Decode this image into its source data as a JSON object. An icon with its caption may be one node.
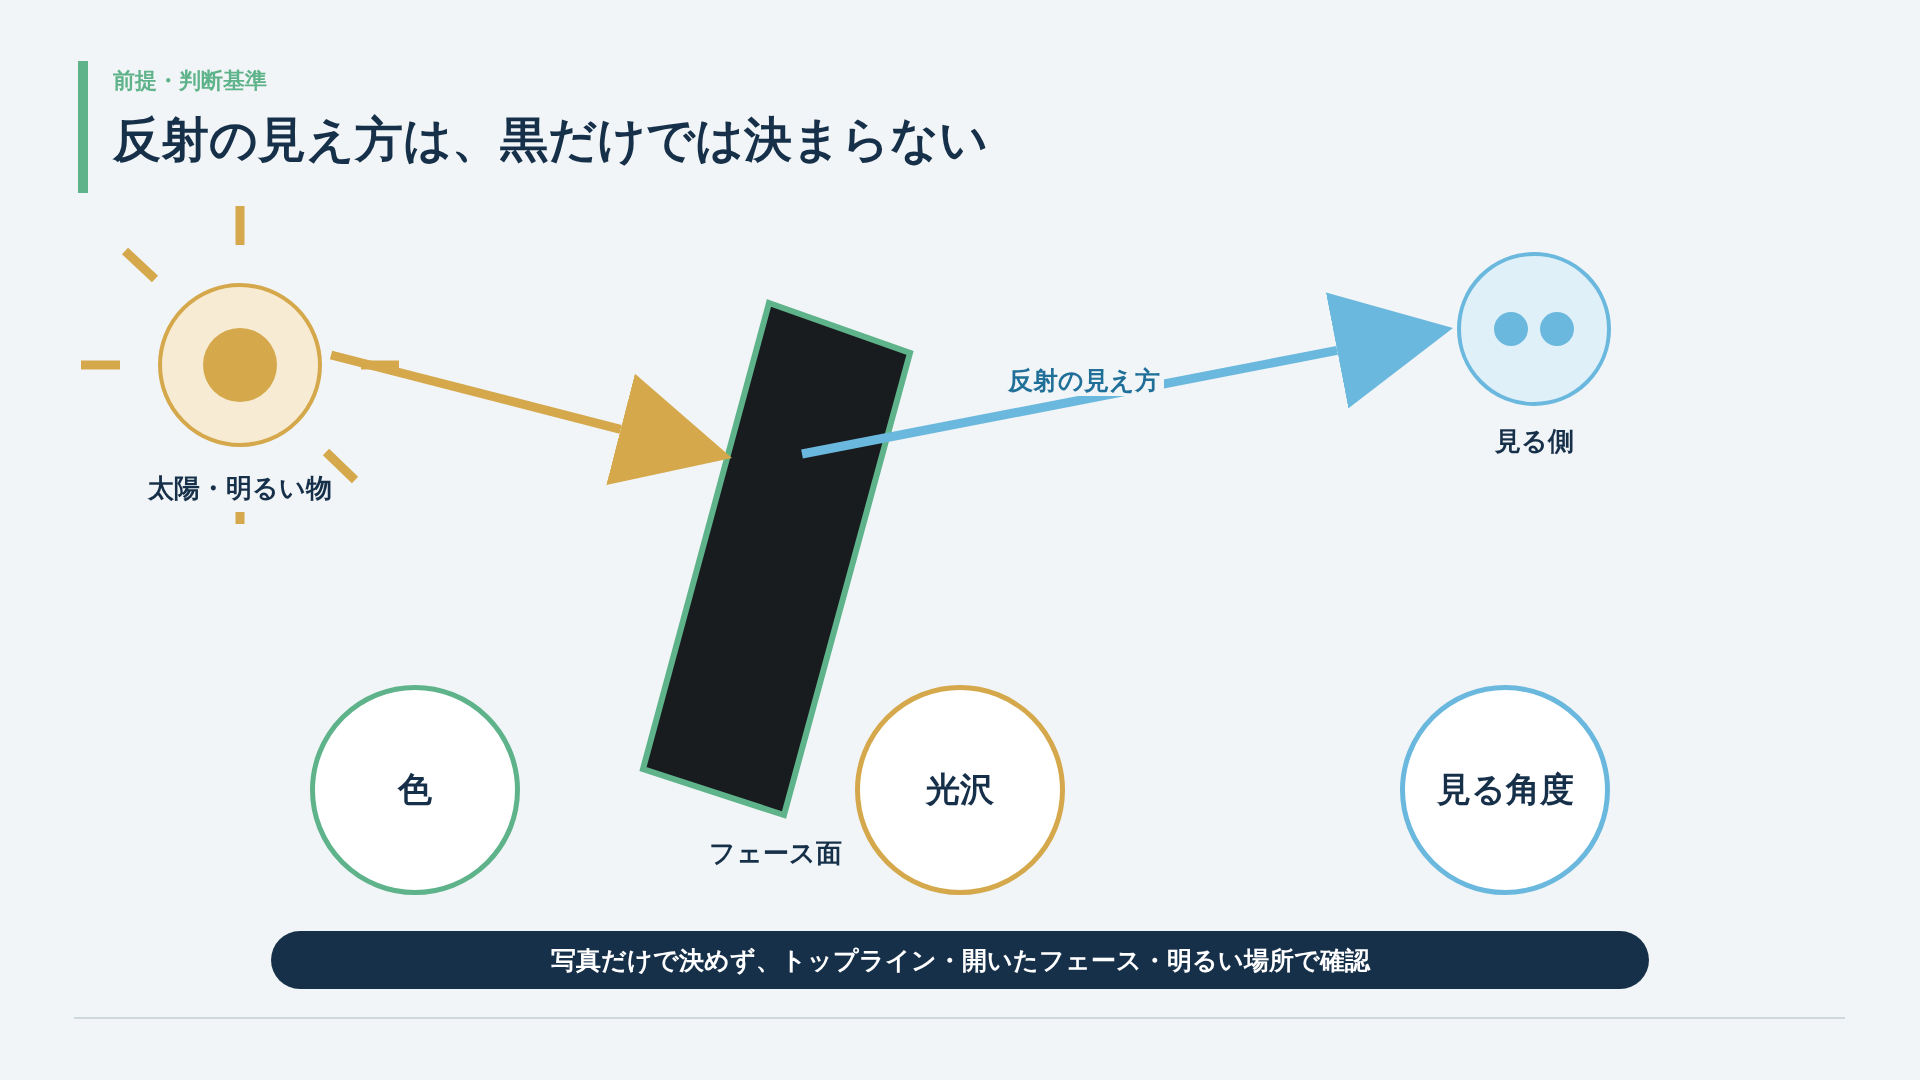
{
  "diagram": {
    "title": "反射の見え方は、黒だけでは決まらない",
    "nodes": [
      {
        "text": [
          "太陽・明るい物"
        ]
      },
      {
        "text": [
          "フェース面"
        ]
      },
      {
        "text": [
          "見る側"
        ]
      },
      {
        "text": [
          "色"
        ]
      },
      {
        "text": [
          "光沢"
        ]
      },
      {
        "text": [
          "見る角度"
        ]
      },
      {
        "text": [
          "写真だけで決めず、トップライン・開いたフェース・明るい場所で確認"
        ]
      }
    ],
    "edges": [
      {
        "from": 0,
        "to": 1,
        "arrow": "to",
        "color": "#d4a84b"
      },
      {
        "from": 1,
        "to": 2,
        "arrow": "to",
        "label": "反射の見え方",
        "color": "#6bb8de"
      }
    ],
    "labels": [
      "前提・判断基準"
    ]
  }
}
